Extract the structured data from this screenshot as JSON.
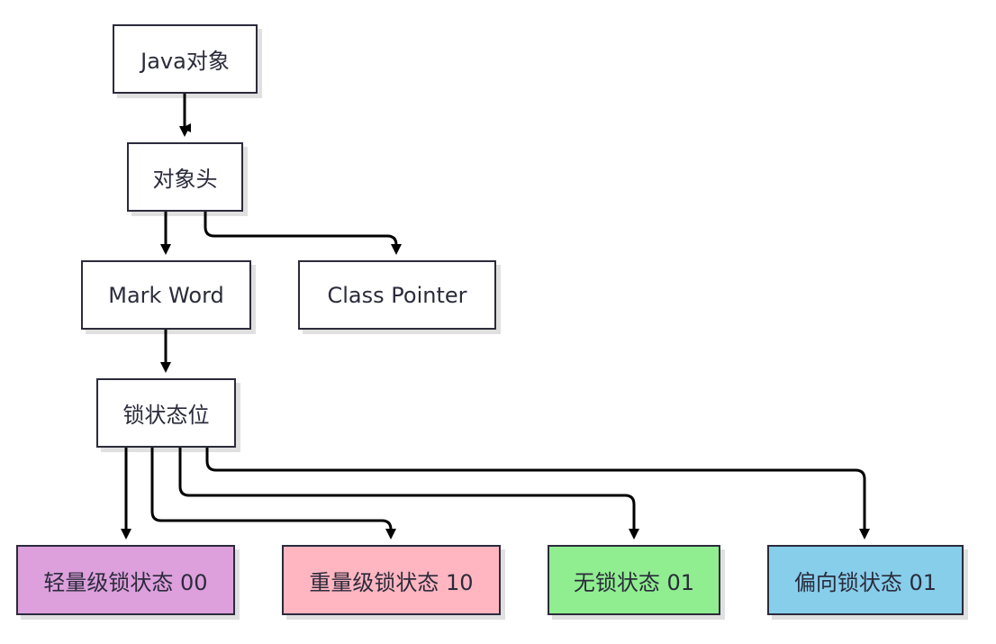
{
  "diagram": {
    "nodes": {
      "java_object": {
        "label": "Java对象"
      },
      "object_header": {
        "label": "对象头"
      },
      "mark_word": {
        "label": "Mark Word"
      },
      "class_pointer": {
        "label": "Class Pointer"
      },
      "lock_bits": {
        "label": "锁状态位"
      },
      "lightweight_lock": {
        "label": "轻量级锁状态 00",
        "fill": "#dda0dd"
      },
      "heavyweight_lock": {
        "label": "重量级锁状态 10",
        "fill": "#ffb6c1"
      },
      "no_lock": {
        "label": "无锁状态 01",
        "fill": "#90ee90"
      },
      "biased_lock": {
        "label": "偏向锁状态 01",
        "fill": "#87ceeb"
      }
    },
    "edges": [
      {
        "from": "java_object",
        "to": "object_header"
      },
      {
        "from": "object_header",
        "to": "mark_word"
      },
      {
        "from": "object_header",
        "to": "class_pointer"
      },
      {
        "from": "mark_word",
        "to": "lock_bits"
      },
      {
        "from": "lock_bits",
        "to": "lightweight_lock"
      },
      {
        "from": "lock_bits",
        "to": "heavyweight_lock"
      },
      {
        "from": "lock_bits",
        "to": "no_lock"
      },
      {
        "from": "lock_bits",
        "to": "biased_lock"
      }
    ],
    "colors": {
      "stroke": "#2b2b3b",
      "text": "#2b2b3b",
      "default_fill": "#ffffff"
    }
  }
}
